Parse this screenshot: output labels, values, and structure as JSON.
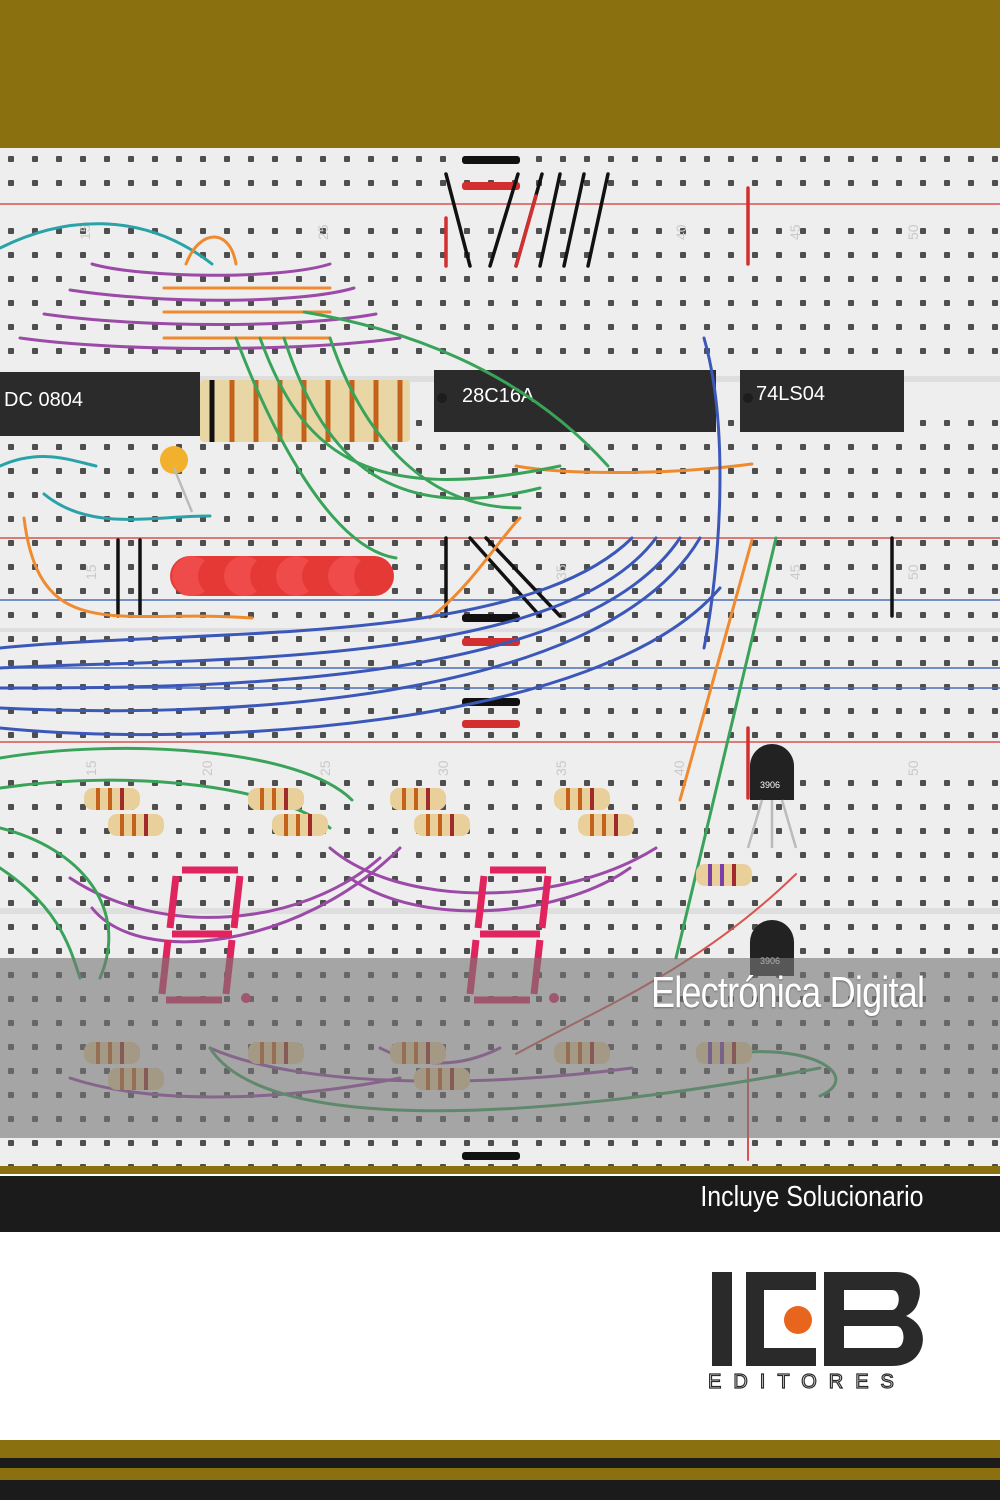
{
  "cover": {
    "title": "Electrónica Digital",
    "subtitle": "Incluye Solucionario"
  },
  "chips": {
    "adc": "DC 0804",
    "eeprom": "28C16A",
    "inverter": "74LS04",
    "transistor_1": "3906",
    "transistor_2": "3906"
  },
  "column_numbers": {
    "n15": "15",
    "n25": "25",
    "n40": "40",
    "n45": "45",
    "n50": "50",
    "n20": "20",
    "n30": "30",
    "n35": "35"
  },
  "publisher": {
    "logo_text": "ICB",
    "logo_subtext": "EDITORES"
  },
  "colors": {
    "gold": "#8b700f",
    "dark": "#1b1b1b",
    "logo_dark": "#2a2a2a",
    "logo_accent": "#e8651d",
    "segment_red": "#e0245e"
  }
}
